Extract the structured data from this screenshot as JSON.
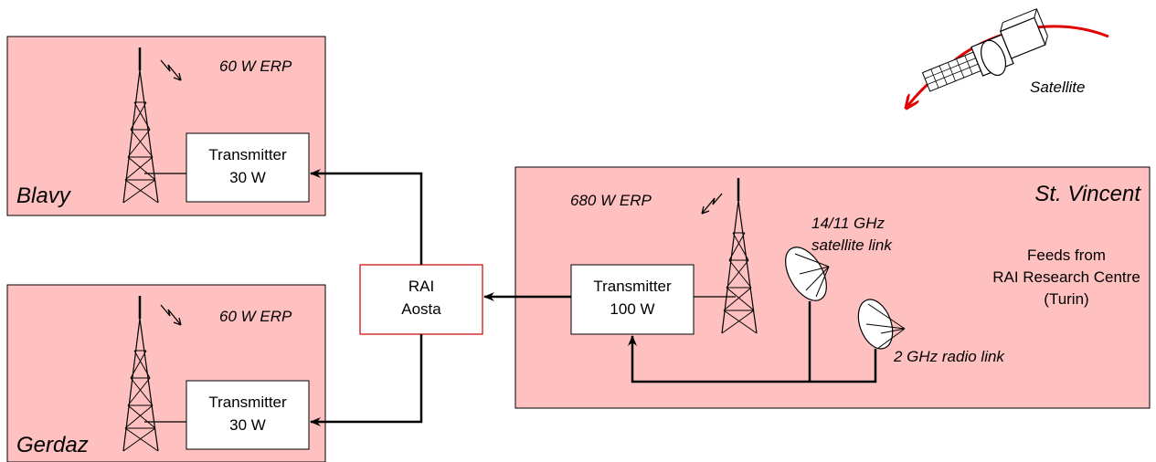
{
  "sites": {
    "blavy": {
      "name": "Blavy",
      "erp": "60 W ERP",
      "tx_line1": "Transmitter",
      "tx_line2": "30 W"
    },
    "gerdaz": {
      "name": "Gerdaz",
      "erp": "60 W ERP",
      "tx_line1": "Transmitter",
      "tx_line2": "30 W"
    },
    "st_vincent": {
      "name": "St. Vincent",
      "erp": "680 W ERP",
      "tx_line1": "Transmitter",
      "tx_line2": "100 W"
    }
  },
  "rai_aosta": {
    "line1": "RAI",
    "line2": "Aosta"
  },
  "links": {
    "satellite_line1": "14/11 GHz",
    "satellite_line2": "satellite link",
    "radio": "2 GHz radio link"
  },
  "feeds": {
    "line1": "Feeds from",
    "line2": "RAI Research Centre",
    "line3": "(Turin)"
  },
  "satellite": {
    "label": "Satellite"
  },
  "colors": {
    "site_fill": "#ffc0c0",
    "rai_border": "#cc0000",
    "orbit_arrow": "#e00000"
  }
}
